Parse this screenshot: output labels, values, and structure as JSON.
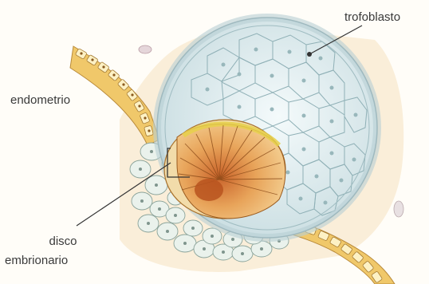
{
  "labels": {
    "trofoblasto": "trofoblasto",
    "endometrio": "endometrio",
    "disco_line1": "disco",
    "disco_line2": "embrionario"
  },
  "colors": {
    "trophoblast_cell": "#dfeef0",
    "trophoblast_outline": "#7a9aa0",
    "embryonic_disc": "#e3a35a",
    "disc_rim": "#e8d24a",
    "endometrium_band": "#f3d98c",
    "endometrium_cell": "#fdf4cf",
    "decidua_cell": "#e8f0ea",
    "pointer_line": "#333333"
  }
}
